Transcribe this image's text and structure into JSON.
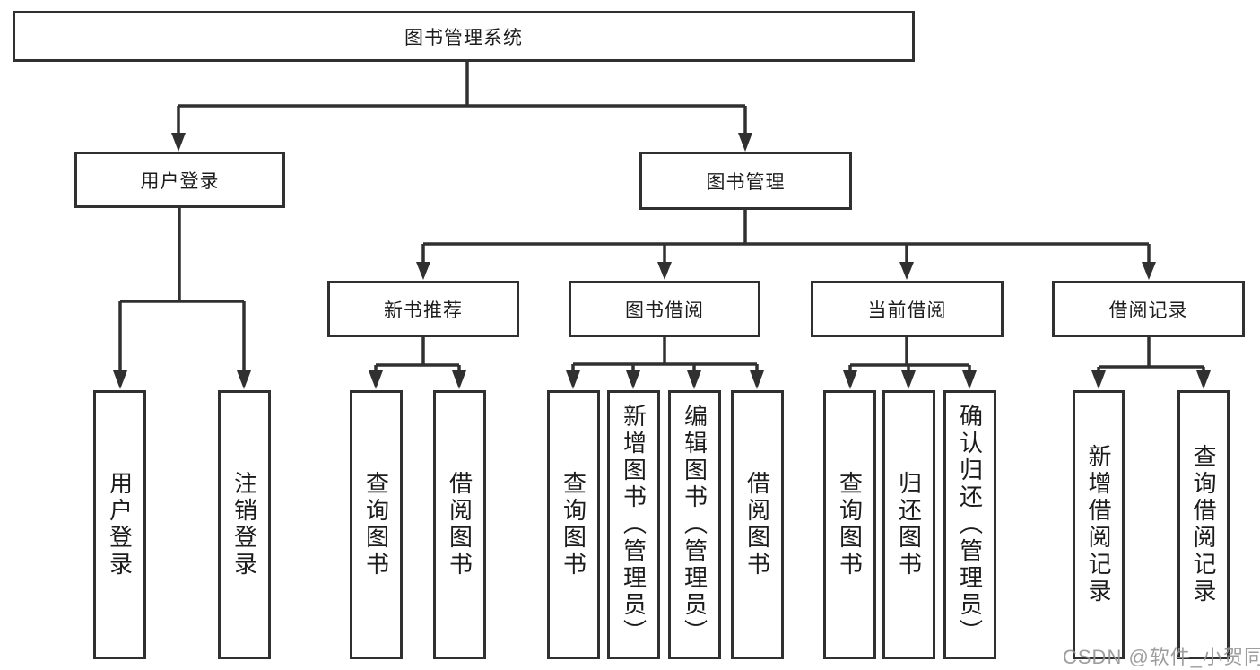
{
  "diagram": {
    "type": "hierarchy-tree",
    "title": "图书管理系统",
    "watermark": "CSDN @软件_小贺同学",
    "colors": {
      "background": "#ffffff",
      "box_border": "#303030",
      "connector_line": "#303030",
      "text": "#1c1c1c",
      "watermark_text": "#949494"
    },
    "nodes": {
      "root": "图书管理系统",
      "user_login": "用户登录",
      "book_mgmt": "图书管理",
      "new_book_rec": "新书推荐",
      "book_borrow": "图书借阅",
      "current_borrow": "当前借阅",
      "borrow_record": "借阅记录",
      "v_user_login": "用户登录",
      "v_logout": "注销登录",
      "nr_query_book": "查询图书",
      "nr_borrow_book": "借阅图书",
      "bb_query_book": "查询图书",
      "bb_add_book": "新增图书（管理员）",
      "bb_edit_book": "编辑图书（管理员）",
      "bb_borrow_book": "借阅图书",
      "cb_query_book": "查询图书",
      "cb_return_book": "归还图书",
      "cb_confirm_return": "确认归还（管理员）",
      "br_add_record": "新增借阅记录",
      "br_query_record": "查询借阅记录"
    },
    "hierarchy": {
      "图书管理系统": {
        "用户登录": [
          "用户登录",
          "注销登录"
        ],
        "图书管理": {
          "新书推荐": [
            "查询图书",
            "借阅图书"
          ],
          "图书借阅": [
            "查询图书",
            "新增图书（管理员）",
            "编辑图书（管理员）",
            "借阅图书"
          ],
          "当前借阅": [
            "查询图书",
            "归还图书",
            "确认归还（管理员）"
          ],
          "借阅记录": [
            "新增借阅记录",
            "查询借阅记录"
          ]
        }
      }
    }
  }
}
